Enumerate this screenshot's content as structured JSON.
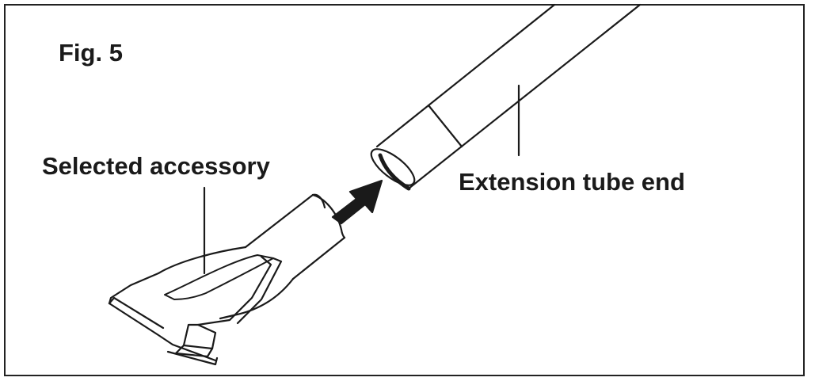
{
  "figure": {
    "title": "Fig. 5",
    "labels": {
      "accessory": "Selected accessory",
      "tube_end": "Extension tube end"
    },
    "colors": {
      "line": "#1a1a1a",
      "background": "#ffffff"
    }
  }
}
